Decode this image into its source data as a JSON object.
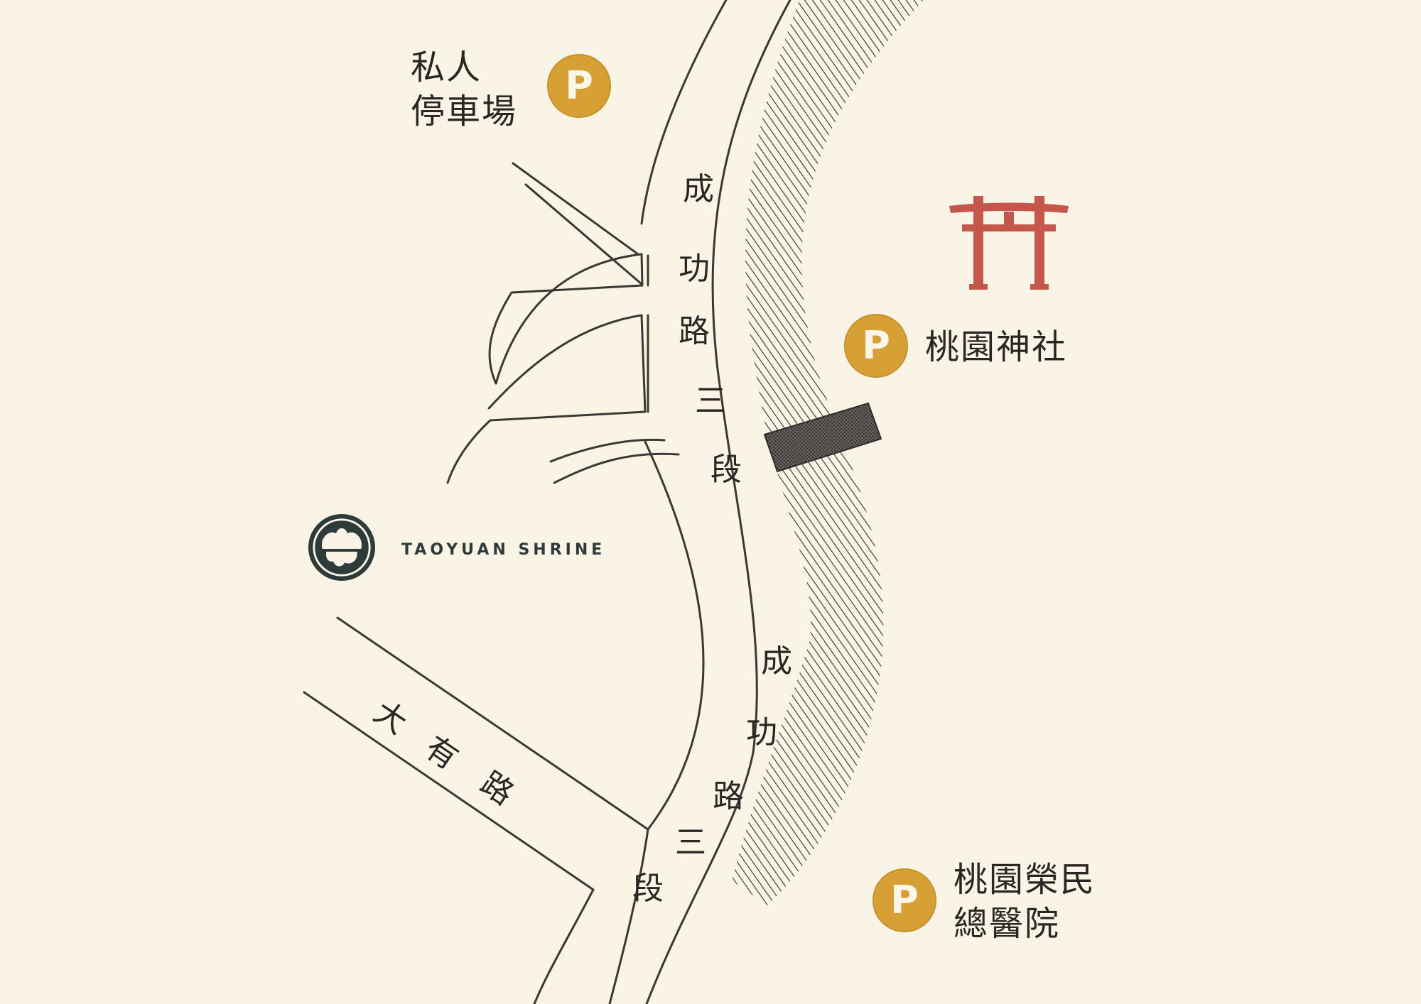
{
  "colors": {
    "background": "#f9f4e6",
    "road_line": "#3b3835",
    "river_hatch": "#3f3c39",
    "parking_badge": "#d6a035",
    "torii": "#c4564b",
    "logo": "#2d3b3b",
    "text": "#2a2624"
  },
  "icons": {
    "parking": "parking-icon",
    "torii": "torii-gate-icon",
    "shrine_logo": "shrine-crest-icon"
  },
  "parking_symbol": "P",
  "roads": {
    "chenggong_upper": [
      "成",
      "功",
      "路",
      "三",
      "段"
    ],
    "chenggong_lower": [
      "成",
      "功",
      "路",
      "三",
      "段"
    ],
    "dayou": [
      "大",
      "有",
      "路"
    ]
  },
  "places": {
    "private_parking": {
      "line1": "私人",
      "line2": "停車場"
    },
    "shrine": {
      "name": "桃園神社"
    },
    "hospital": {
      "line1": "桃園榮民",
      "line2": "總醫院"
    }
  },
  "brand": {
    "text": "TAOYUAN SHRINE"
  }
}
